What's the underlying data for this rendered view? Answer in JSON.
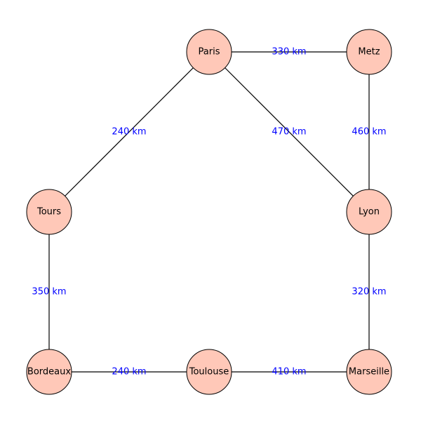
{
  "graph": {
    "node_fill": "#ffc8b8",
    "edge_label_color": "#0000ff",
    "nodes": [
      {
        "id": "paris",
        "label": "Paris"
      },
      {
        "id": "metz",
        "label": "Metz"
      },
      {
        "id": "tours",
        "label": "Tours"
      },
      {
        "id": "lyon",
        "label": "Lyon"
      },
      {
        "id": "bordeaux",
        "label": "Bordeaux"
      },
      {
        "id": "toulouse",
        "label": "Toulouse"
      },
      {
        "id": "marseille",
        "label": "Marseille"
      }
    ],
    "edges": [
      {
        "from": "paris",
        "to": "metz",
        "label": "330 km"
      },
      {
        "from": "paris",
        "to": "tours",
        "label": "240 km"
      },
      {
        "from": "paris",
        "to": "lyon",
        "label": "470 km"
      },
      {
        "from": "metz",
        "to": "lyon",
        "label": "460 km"
      },
      {
        "from": "tours",
        "to": "bordeaux",
        "label": "350 km"
      },
      {
        "from": "lyon",
        "to": "marseille",
        "label": "320 km"
      },
      {
        "from": "bordeaux",
        "to": "toulouse",
        "label": "240 km"
      },
      {
        "from": "toulouse",
        "to": "marseille",
        "label": "410 km"
      }
    ]
  }
}
